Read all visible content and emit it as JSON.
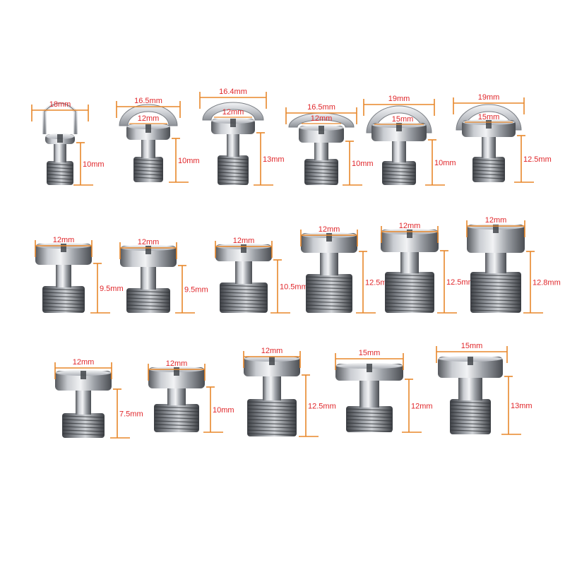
{
  "colors": {
    "dimension": "#e8872a",
    "label": "#e0262a",
    "metal_dark": "#4a4d52",
    "metal_mid": "#9ea2a8",
    "metal_light": "#e9ebee",
    "background": "#ffffff"
  },
  "screws": [
    {
      "id": "r1-1",
      "ring": "d-ring",
      "width_label": "18mm",
      "head_label": "",
      "height_label": "10mm"
    },
    {
      "id": "r1-2",
      "ring": "folding-arc",
      "width_label": "16.5mm",
      "head_label": "12mm",
      "height_label": "10mm"
    },
    {
      "id": "r1-3",
      "ring": "folding-arc",
      "width_label": "16.4mm",
      "head_label": "12mm",
      "height_label": "13mm"
    },
    {
      "id": "r1-4",
      "ring": "folding-arc",
      "width_label": "16.5mm",
      "head_label": "12mm",
      "height_label": "10mm"
    },
    {
      "id": "r1-5",
      "ring": "folding-arc",
      "width_label": "19mm",
      "head_label": "15mm",
      "height_label": "10mm"
    },
    {
      "id": "r1-6",
      "ring": "folding-arc",
      "width_label": "19mm",
      "head_label": "15mm",
      "height_label": "12.5mm"
    },
    {
      "id": "r2-1",
      "ring": "none",
      "width_label": "12mm",
      "head_label": "",
      "height_label": "9.5mm"
    },
    {
      "id": "r2-2",
      "ring": "none",
      "width_label": "12mm",
      "head_label": "",
      "height_label": "9.5mm"
    },
    {
      "id": "r2-3",
      "ring": "none",
      "width_label": "12mm",
      "head_label": "",
      "height_label": "10.5mm"
    },
    {
      "id": "r2-4",
      "ring": "none",
      "width_label": "12mm",
      "head_label": "",
      "height_label": "12.5mm"
    },
    {
      "id": "r2-5",
      "ring": "none",
      "width_label": "12mm",
      "head_label": "",
      "height_label": "12.5mm"
    },
    {
      "id": "r2-6",
      "ring": "none",
      "width_label": "12mm",
      "head_label": "",
      "height_label": "12.8mm"
    },
    {
      "id": "r3-1",
      "ring": "none",
      "width_label": "12mm",
      "head_label": "",
      "height_label": "7.5mm"
    },
    {
      "id": "r3-2",
      "ring": "none",
      "width_label": "12mm",
      "head_label": "",
      "height_label": "10mm"
    },
    {
      "id": "r3-3",
      "ring": "none",
      "width_label": "12mm",
      "head_label": "",
      "height_label": "12.5mm"
    },
    {
      "id": "r3-4",
      "ring": "none",
      "width_label": "15mm",
      "head_label": "",
      "height_label": "12mm"
    },
    {
      "id": "r3-5",
      "ring": "none",
      "width_label": "15mm",
      "head_label": "",
      "height_label": "13mm"
    }
  ]
}
